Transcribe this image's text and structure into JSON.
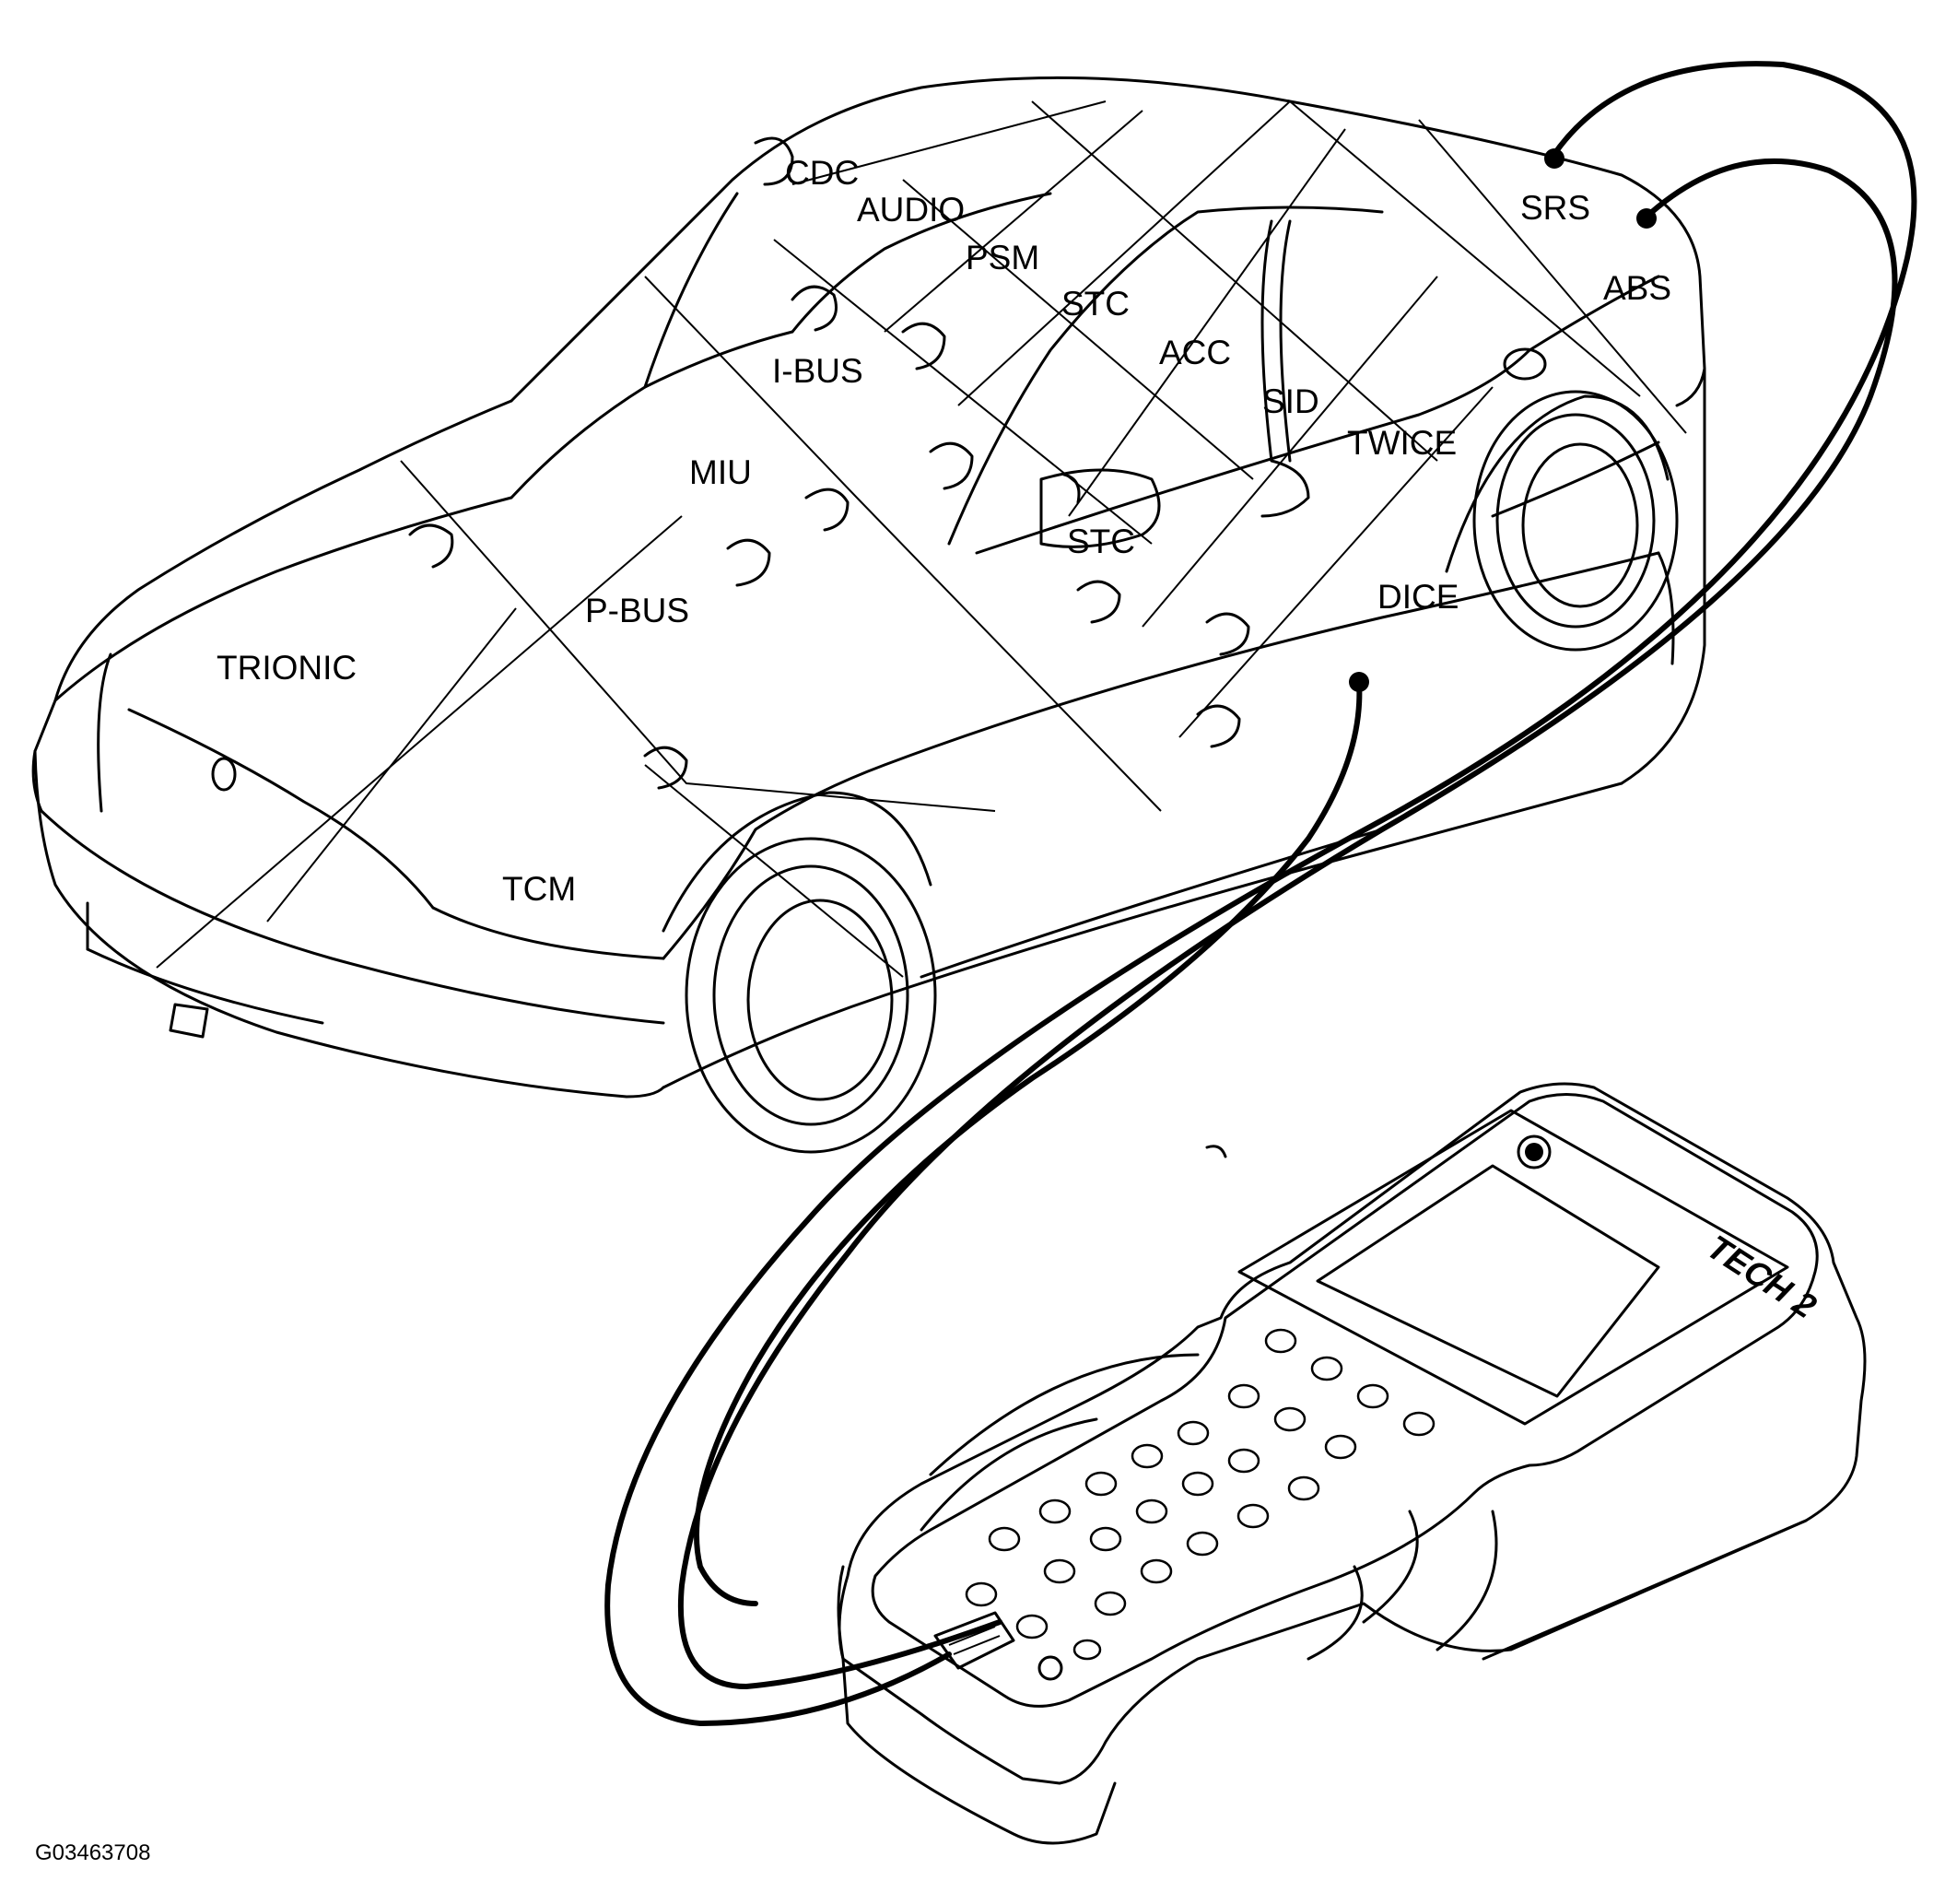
{
  "figure_code": "G03463708",
  "modules": {
    "cdc": "CDC",
    "audio": "AUDIO",
    "psm": "PSM",
    "stc_upper": "STC",
    "acc": "ACC",
    "srs": "SRS",
    "abs": "ABS",
    "ibus": "I-BUS",
    "sid": "SID",
    "twice": "TWICE",
    "miu": "MIU",
    "stc_lower": "STC",
    "pbus": "P-BUS",
    "dice": "DICE",
    "trionic": "TRIONIC",
    "tcm": "TCM"
  },
  "tool": {
    "brand_label": "TECH 2"
  }
}
